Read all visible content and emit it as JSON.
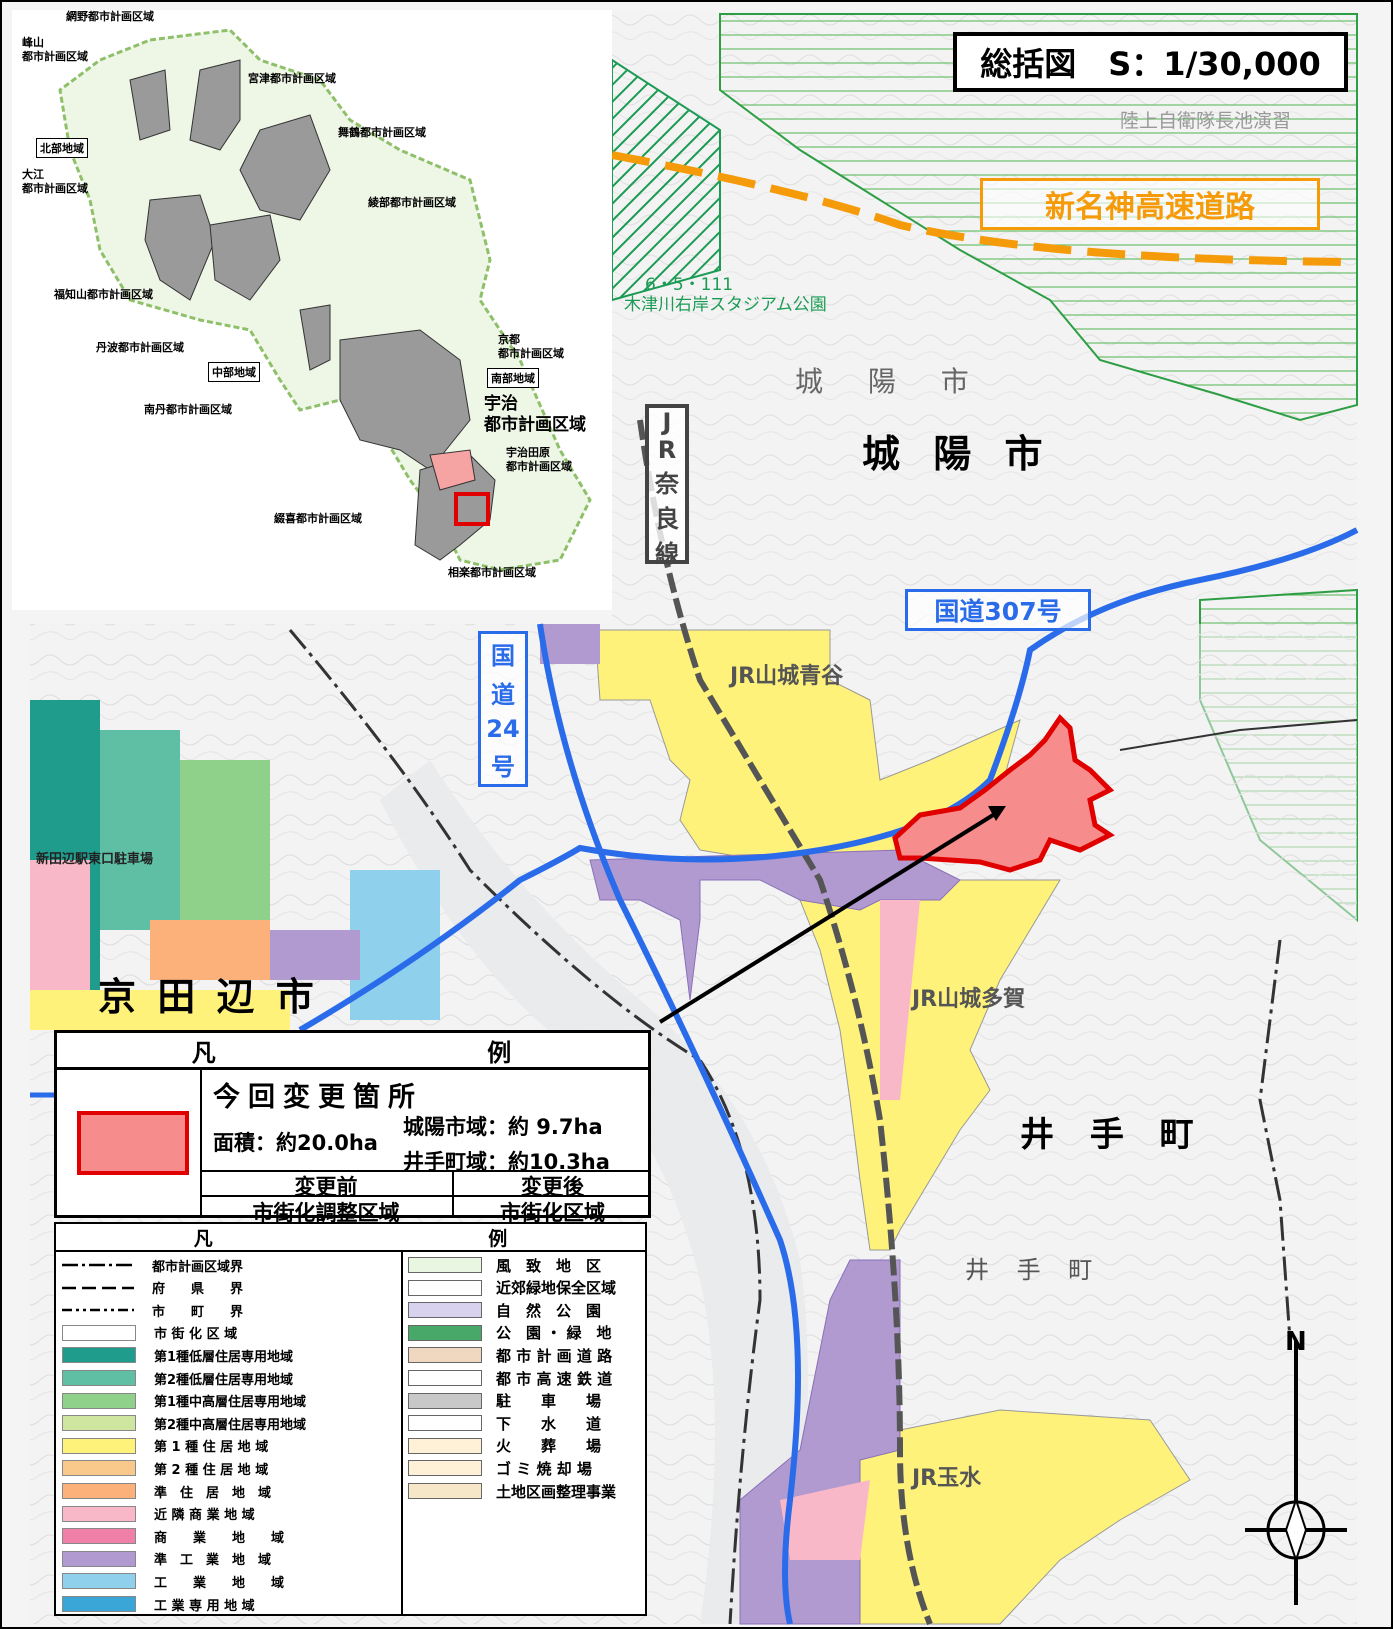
{
  "scale_title": "総括図　S：1/30,000",
  "expressway": "新名神高速道路",
  "route307": "国道307号",
  "route24": [
    "国",
    "道",
    "24",
    "号"
  ],
  "jr_nara_line": [
    "J",
    "R",
    "奈",
    "良",
    "線"
  ],
  "places": {
    "joyo_big": "城 陽 市",
    "joyo_small": "城 陽 市",
    "ide_big": "井 手 町",
    "ide_small": "井 手 町",
    "kyotanabe": "京 田 辺 市",
    "jr_aodani": "JR山城青谷",
    "jr_taga": "JR山城多賀",
    "jr_tamamizu": "JR玉水",
    "stadium_id": "6・5・111",
    "stadium": "木津川右岸スタジアム公園",
    "jsdf": "陸上自衛隊長池演習",
    "park_lot": "新田辺駅東口駐車場"
  },
  "inset": {
    "labels": [
      "網野都市計画区域",
      "峰山\n都市計画区域",
      "宮津都市計画区域",
      "舞鶴都市計画区域",
      "大江\n都市計画区域",
      "綾部都市計画区域",
      "福知山都市計画区域",
      "丹波都市計画区域",
      "京都\n都市計画区域",
      "南丹都市計画区域",
      "宇治\n都市計画区域",
      "宇治田原\n都市計画区域",
      "綴喜都市計画区域",
      "相楽都市計画区域"
    ],
    "regions": [
      "北部地域",
      "中部地域",
      "南部地域"
    ]
  },
  "legend_change": {
    "header": [
      "凡",
      "例"
    ],
    "title": "今回変更箇所",
    "area": "面積：約20.0ha",
    "breakdown_joyo": "城陽市域：約 9.7ha",
    "breakdown_ide": "井手町域：約10.3ha",
    "before_label": "変更前",
    "after_label": "変更後",
    "before_value": "市街化調整区域",
    "after_value": "市街化区域",
    "color": "#f78c8c"
  },
  "legend_main": {
    "header": [
      "凡",
      "例"
    ],
    "left_rows": [
      {
        "label": "都市計画区域界",
        "style": "dashdot"
      },
      {
        "label": "府　　県　　界",
        "style": "dash"
      },
      {
        "label": "市　　町　　界",
        "style": "dashdot2"
      },
      {
        "label": "市 街 化 区 域",
        "color": "#ffffff"
      },
      {
        "label": "第1種低層住居専用地域",
        "color": "#1f9c8c"
      },
      {
        "label": "第2種低層住居専用地域",
        "color": "#5fbfa5"
      },
      {
        "label": "第1種中高層住居専用地域",
        "color": "#8fd08a"
      },
      {
        "label": "第2種中高層住居専用地域",
        "color": "#cfe6a0"
      },
      {
        "label": "第 1 種 住 居 地 域",
        "color": "#fff27a"
      },
      {
        "label": "第 2 種 住 居 地 域",
        "color": "#f9c98b"
      },
      {
        "label": "準　住　居　地　域",
        "color": "#fcb07a"
      },
      {
        "label": "近 隣 商 業 地 域",
        "color": "#f9b8c8"
      },
      {
        "label": "商　　業　　地　　域",
        "color": "#f080a8"
      },
      {
        "label": "準　工　業　地　域",
        "color": "#b09ad0"
      },
      {
        "label": "工　　業　　地　　域",
        "color": "#8fd0ec"
      },
      {
        "label": "工 業 専 用 地 域",
        "color": "#3aa6d8"
      }
    ],
    "right_rows": [
      {
        "label": "風　致　地　区",
        "color": "#e9f6e1"
      },
      {
        "label": "近郊緑地保全区域",
        "color": "#ffffff"
      },
      {
        "label": "自　然　公　園",
        "color": "#d9d2ee"
      },
      {
        "label": "公　園 ・ 緑　地",
        "color": "#48a86a"
      },
      {
        "label": "都 市 計 画 道 路",
        "color": "#f0d8c0"
      },
      {
        "label": "都 市 高 速 鉄 道",
        "color": "#ffffff"
      },
      {
        "label": "駐　　車　　場",
        "color": "#c8c8c8"
      },
      {
        "label": "下　　水　　道",
        "color": "#ffffff"
      },
      {
        "label": "火　　葬　　場",
        "color": "#fff1d8"
      },
      {
        "label": "ゴ ミ 焼 却 場",
        "color": "#fff1d8"
      },
      {
        "label": "土地区画整理事業",
        "color": "#f6e7c8"
      }
    ]
  },
  "north_label": "N"
}
